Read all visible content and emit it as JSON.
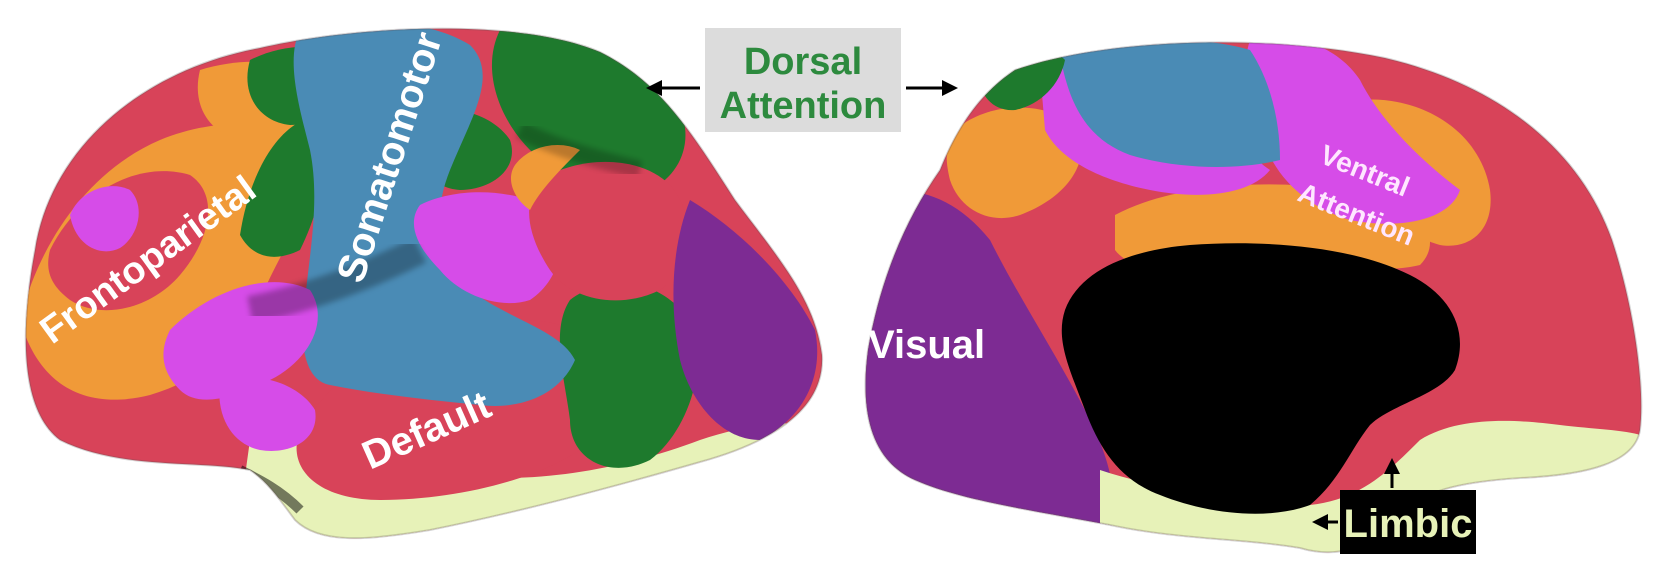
{
  "labels": {
    "frontoparietal": "Frontoparietal",
    "somatomotor": "Somatomotor",
    "default": "Default",
    "dorsal_attention_line1": "Dorsal",
    "dorsal_attention_line2": "Attention",
    "ventral_attention_line1": "Ventral",
    "ventral_attention_line2": "Attention",
    "visual": "Visual",
    "limbic": "Limbic"
  },
  "networks": [
    {
      "name": "Visual",
      "color": "#7d2b93"
    },
    {
      "name": "Somatomotor",
      "color": "#4a8bb5"
    },
    {
      "name": "Dorsal Attention",
      "color": "#1e7a2d"
    },
    {
      "name": "Ventral Attention",
      "color": "#d64ce8"
    },
    {
      "name": "Limbic",
      "color": "#e7f2b8"
    },
    {
      "name": "Frontoparietal",
      "color": "#f09a38"
    },
    {
      "name": "Default",
      "color": "#d84359"
    }
  ],
  "colors": {
    "medial_wall": "#000000",
    "dorsal_box_bg": "#dcdcdc",
    "dorsal_text": "#2d8a3e",
    "limbic_box_bg": "#000000",
    "limbic_text": "#e7f2b8",
    "region_text": "#ffffff",
    "ventral_text": "#ffe6ff"
  }
}
